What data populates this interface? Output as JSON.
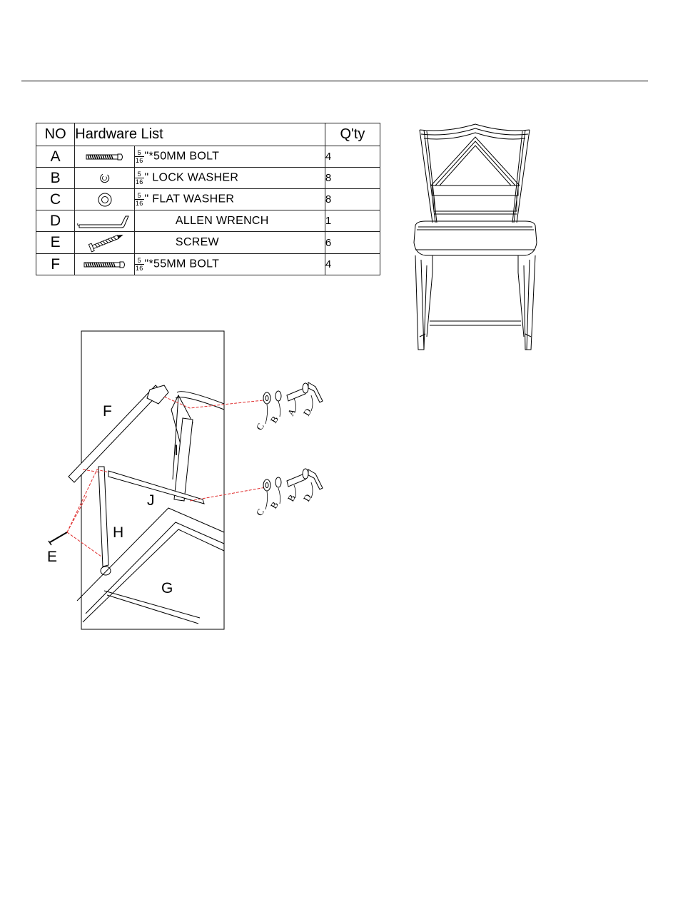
{
  "hardware_table": {
    "headers": {
      "no": "NO",
      "list": "Hardware List",
      "qty": "Q'ty"
    },
    "rows": [
      {
        "code": "A",
        "icon": "bolt-icon",
        "frac_num": "5",
        "frac_den": "16",
        "desc": "\"*50MM BOLT",
        "qty": "4"
      },
      {
        "code": "B",
        "icon": "lock-washer-icon",
        "frac_num": "5",
        "frac_den": "16",
        "desc": "\" LOCK WASHER",
        "qty": "8"
      },
      {
        "code": "C",
        "icon": "flat-washer-icon",
        "frac_num": "5",
        "frac_den": "16",
        "desc": "\" FLAT WASHER",
        "qty": "8"
      },
      {
        "code": "D",
        "icon": "allen-wrench-icon",
        "frac_num": "",
        "frac_den": "",
        "desc": "ALLEN WRENCH",
        "qty": "1"
      },
      {
        "code": "E",
        "icon": "screw-icon",
        "frac_num": "",
        "frac_den": "",
        "desc": "SCREW",
        "qty": "6"
      },
      {
        "code": "F",
        "icon": "bolt-icon",
        "frac_num": "5",
        "frac_den": "16",
        "desc": "\"*55MM BOLT",
        "qty": "4"
      }
    ]
  },
  "assembly": {
    "part_labels": {
      "F": "F",
      "I": "I",
      "J": "J",
      "H": "H",
      "E": "E",
      "G": "G"
    },
    "hardware_callouts_top": [
      "C",
      "B",
      "A",
      "D"
    ],
    "hardware_callouts_bottom": [
      "C",
      "B",
      "B",
      "D"
    ]
  },
  "colors": {
    "line": "#000000",
    "guide": "#e03030"
  }
}
